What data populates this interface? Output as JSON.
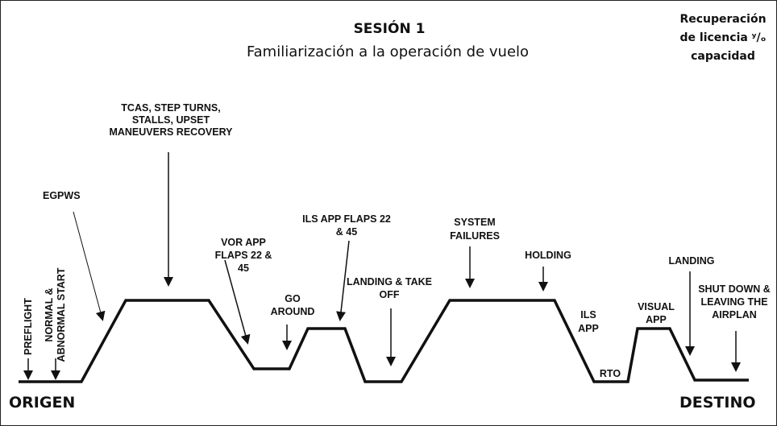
{
  "header": {
    "title": "SESIÓN 1",
    "subtitle": "Familiarización a la operación de vuelo"
  },
  "corner_note": [
    "Recuperación",
    "de licencia ʸ/ₒ",
    "capacidad"
  ],
  "endpoints": {
    "origin": "ORIGEN",
    "destination": "DESTINO"
  },
  "stages": {
    "preflight": "PREFLIGHT",
    "normal_start": [
      "NORMAL &",
      "ABNORMAL START"
    ],
    "egpws": "EGPWS",
    "tcas": [
      "TCAS, STEP TURNS,",
      "STALLS, UPSET",
      "MANEUVERS RECOVERY"
    ],
    "vor_app": [
      "VOR APP",
      "FLAPS 22 &",
      "45"
    ],
    "go_around": [
      "GO",
      "AROUND"
    ],
    "ils_flaps": [
      "ILS APP FLAPS 22",
      "& 45"
    ],
    "landing_takeoff": [
      "LANDING & TAKE",
      "OFF"
    ],
    "system_failures": [
      "SYSTEM",
      "FAILURES"
    ],
    "holding": "HOLDING",
    "ils_app": [
      "ILS",
      "APP"
    ],
    "rto": "RTO",
    "visual_app": [
      "VISUAL",
      "APP"
    ],
    "landing": "LANDING",
    "shutdown": [
      "SHUT DOWN &",
      "LEAVING THE",
      "AIRPLAN"
    ]
  }
}
